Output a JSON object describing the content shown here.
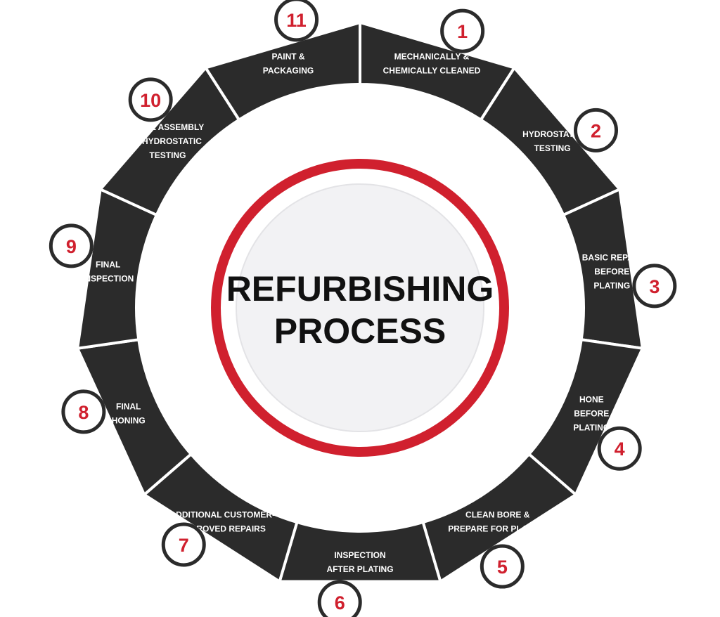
{
  "title_lines": [
    "REFURBISHING",
    "PROCESS"
  ],
  "colors": {
    "segment": "#2b2b2b",
    "divider": "#ffffff",
    "accent": "#d0202e",
    "badge_fill": "#ffffff",
    "badge_stroke": "#2b2b2b",
    "center_fill": "#f2f2f4"
  },
  "steps": [
    {
      "number": "1",
      "lines": [
        "MECHANICALLY &",
        "CHEMICALLY CLEANED"
      ]
    },
    {
      "number": "2",
      "lines": [
        "HYDROSTATIC",
        "TESTING"
      ]
    },
    {
      "number": "3",
      "lines": [
        "BASIC REPAIR",
        "BEFORE",
        "PLATING"
      ]
    },
    {
      "number": "4",
      "lines": [
        "HONE",
        "BEFORE",
        "PLATING"
      ]
    },
    {
      "number": "5",
      "lines": [
        "CLEAN BORE &",
        "PREPARE FOR PLATING"
      ]
    },
    {
      "number": "6",
      "lines": [
        "INSPECTION",
        "AFTER PLATING"
      ]
    },
    {
      "number": "7",
      "lines": [
        "ADDITIONAL CUSTOMER-",
        "APPROVED REPAIRS"
      ]
    },
    {
      "number": "8",
      "lines": [
        "FINAL",
        "HONING"
      ]
    },
    {
      "number": "9",
      "lines": [
        "FINAL",
        "INSPECTION"
      ]
    },
    {
      "number": "10",
      "lines": [
        "FINAL ASSEMBLY",
        "& HYDROSTATIC",
        "TESTING"
      ]
    },
    {
      "number": "11",
      "lines": [
        "PAINT &",
        "PACKAGING"
      ]
    }
  ]
}
